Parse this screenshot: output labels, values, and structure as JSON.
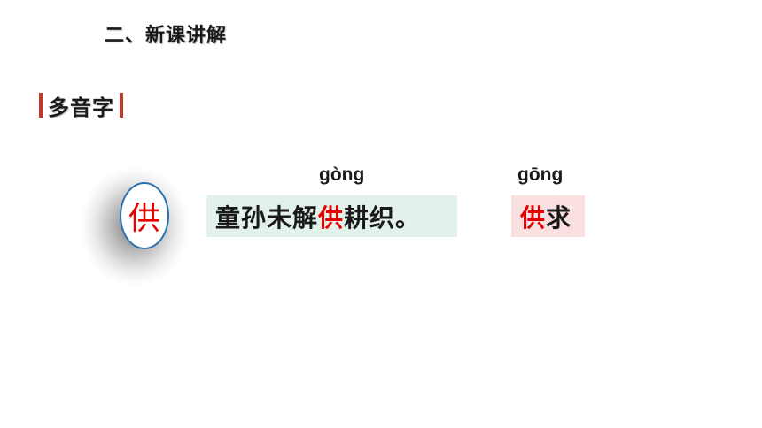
{
  "section_title": "二、新课讲解",
  "topic_label": "多音字",
  "character": "供",
  "readings": [
    {
      "pinyin": "gòng",
      "before": "童孙未解",
      "highlight": "供",
      "after": "耕织。"
    },
    {
      "pinyin": "gōng",
      "before": "",
      "highlight": "供",
      "after": "求"
    }
  ],
  "colors": {
    "highlight": "#e60000",
    "accent_bar": "#c0392b",
    "box_green": "#e3f1eb",
    "box_pink": "#fbe0e2",
    "circle_border": "#2a6fb0"
  }
}
